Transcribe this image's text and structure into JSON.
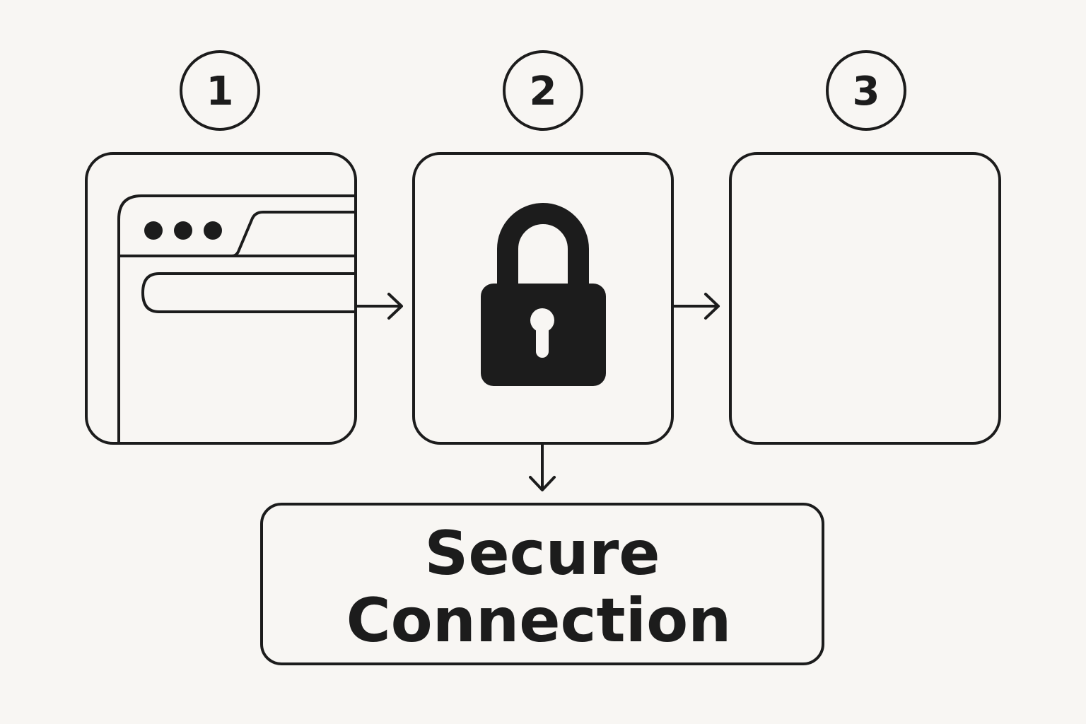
{
  "colors": {
    "background": "#f8f6f3",
    "ink": "#1c1c1c"
  },
  "steps": [
    {
      "number": "1",
      "icon": "browser-window-icon"
    },
    {
      "number": "2",
      "icon": "padlock-icon"
    },
    {
      "number": "3",
      "icon": ""
    }
  ],
  "result": {
    "line1": "Secure",
    "line2": "Connection"
  }
}
